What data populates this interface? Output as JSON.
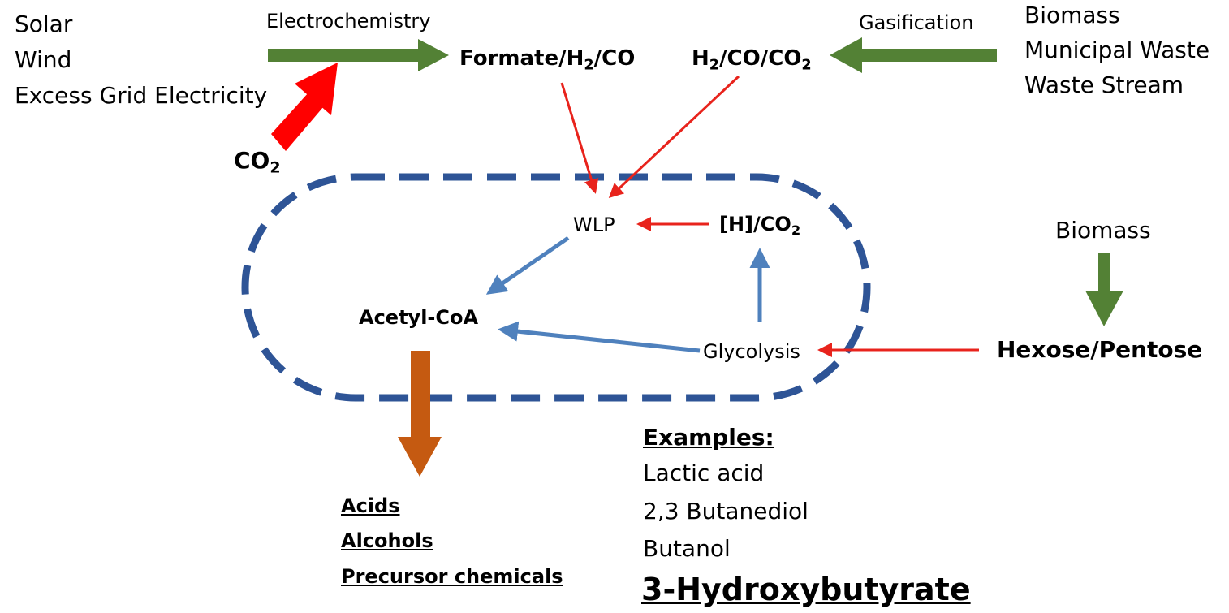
{
  "colors": {
    "green": "#538135",
    "red_bold": "#ff0000",
    "red_thin": "#e8231c",
    "blue_arrow": "#4f81bd",
    "cell_outline": "#2e5496",
    "orange": "#c55a11"
  },
  "sources_left": [
    "Solar",
    "Wind",
    "Excess Grid Electricity"
  ],
  "sources_right": [
    "Biomass",
    "Municipal Waste",
    "Waste Stream"
  ],
  "processes": {
    "electrochemistry": "Electrochemistry",
    "gasification": "Gasification"
  },
  "intermediates": {
    "formate": {
      "prefix": "Formate/H",
      "sub": "2",
      "suffix": "/CO"
    },
    "syngas": {
      "prefix": "H",
      "sub1": "2",
      "mid": "/CO/CO",
      "sub2": "2"
    },
    "co2": {
      "prefix": "CO",
      "sub": "2"
    }
  },
  "cell": {
    "wlp": "WLP",
    "h_co2": {
      "prefix": "[H]/CO",
      "sub": "2"
    },
    "acetyl_coa": "Acetyl-CoA",
    "glycolysis": "Glycolysis"
  },
  "biomass_right": "Biomass",
  "sugars": "Hexose/Pentose",
  "products": [
    "Acids",
    "Alcohols",
    "Precursor chemicals"
  ],
  "examples": {
    "heading": "Examples:",
    "items": [
      "Lactic acid",
      "2,3 Butanediol",
      "Butanol"
    ],
    "highlight": "3-Hydroxybutyrate"
  }
}
